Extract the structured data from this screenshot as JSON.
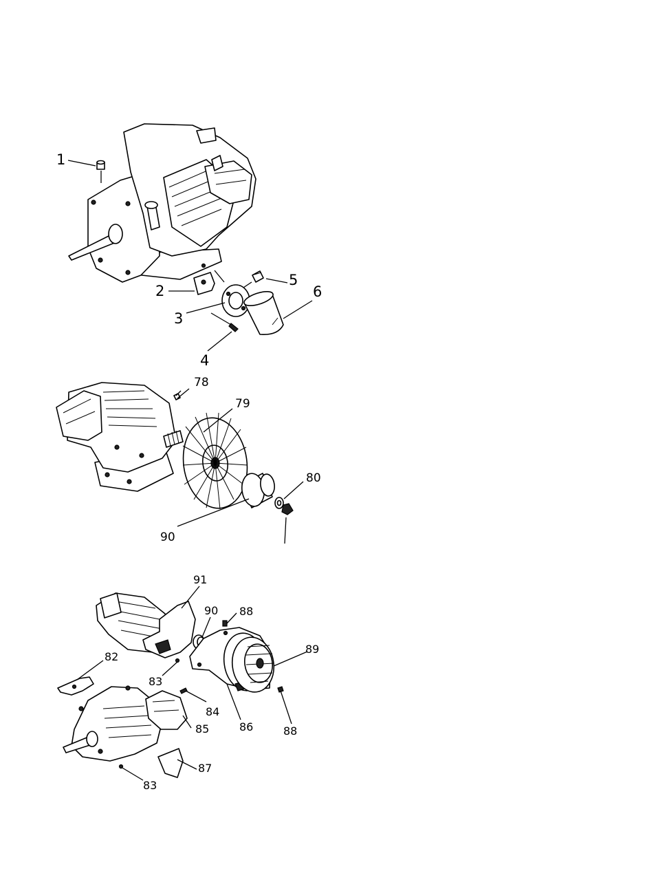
{
  "diagram_1": {
    "callouts": [
      "1",
      "2",
      "3",
      "4",
      "5",
      "6"
    ]
  },
  "diagram_2": {
    "callouts": [
      "78",
      "79",
      "80",
      "90"
    ]
  },
  "diagram_3": {
    "callouts": [
      "91",
      "90",
      "88",
      "89",
      "82",
      "83",
      "84",
      "85",
      "86",
      "88",
      "87",
      "83"
    ]
  }
}
